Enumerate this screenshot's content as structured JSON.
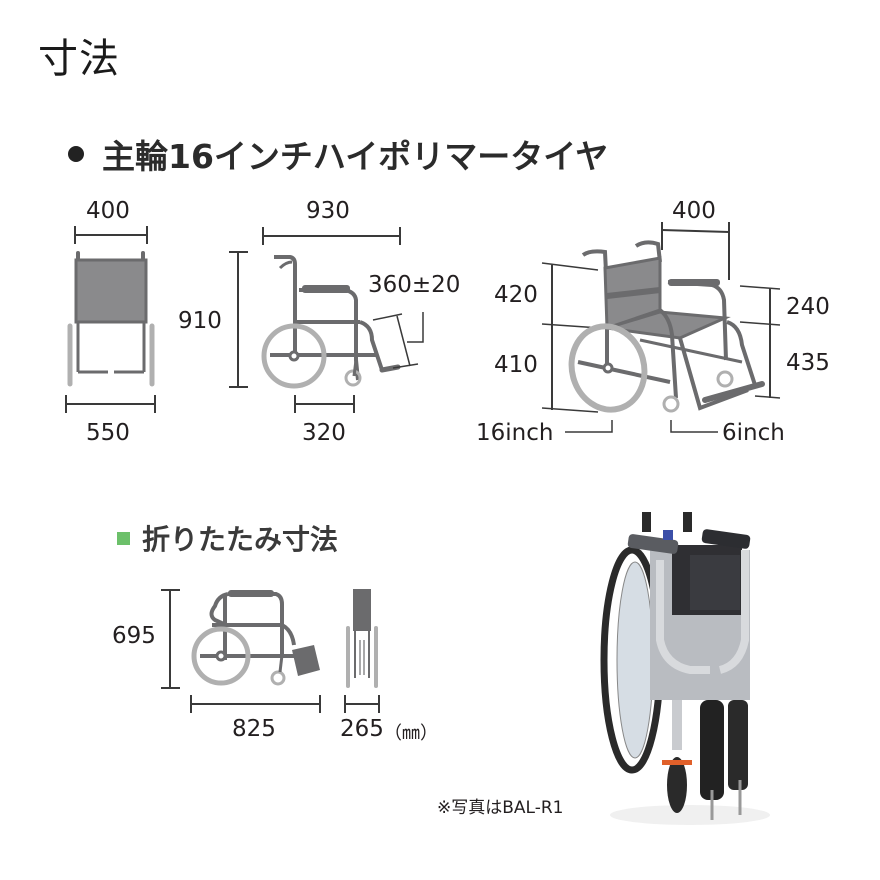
{
  "page": {
    "title": "寸法"
  },
  "main_section": {
    "bullet": "●",
    "heading": "主輪16インチハイポリマータイヤ",
    "front_view": {
      "seat_width": "400",
      "overall_width": "550"
    },
    "side_view": {
      "overall_height": "910",
      "overall_length": "930",
      "leg_length": "360±20",
      "wheelbase": "320"
    },
    "perspective_view": {
      "seat_width": "400",
      "back_height": "420",
      "seat_height": "410",
      "armrest_height": "240",
      "front_seat_height": "435",
      "main_wheel": "16inch",
      "caster": "6inch"
    }
  },
  "folded_section": {
    "heading": "折りたたみ寸法",
    "bullet_color": "#6cc06a",
    "height": "695",
    "length": "825",
    "width": "265",
    "unit": "（㎜）"
  },
  "photo": {
    "caption": "※写真はBAL-R1"
  },
  "colors": {
    "frame": "#6b6b6d",
    "seat": "#8a8a8c",
    "wheel": "#b0b0b0",
    "dimension_line": "#3a3a3a",
    "accent_green": "#6cc06a"
  }
}
